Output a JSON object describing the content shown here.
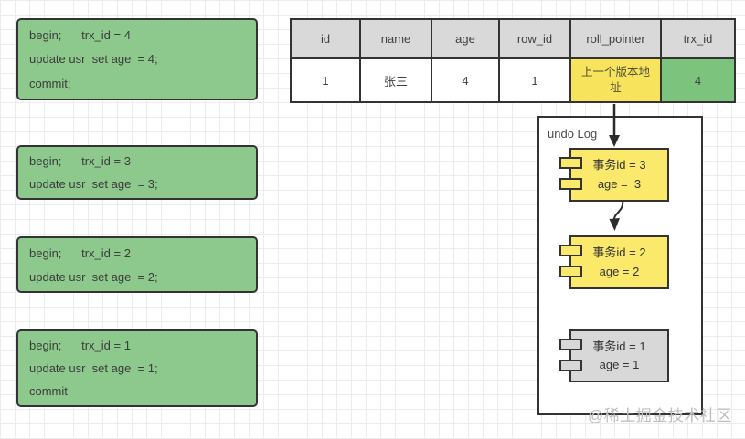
{
  "transactions": [
    {
      "lines": [
        "begin;      trx_id = 4",
        "update usr  set age  = 4;",
        "commit;"
      ]
    },
    {
      "lines": [
        "begin;      trx_id = 3",
        "update usr  set age  = 3;"
      ]
    },
    {
      "lines": [
        "begin;      trx_id = 2",
        "update usr  set age  = 2;"
      ]
    },
    {
      "lines": [
        "begin;      trx_id = 1",
        "update usr  set age  = 1;",
        "commit"
      ]
    }
  ],
  "table": {
    "headers": [
      "id",
      "name",
      "age",
      "row_id",
      "roll_pointer",
      "trx_id"
    ],
    "row": [
      "1",
      "张三",
      "4",
      "1",
      "上一个版本地址",
      "4"
    ]
  },
  "undo_log": {
    "title": "undo Log",
    "versions": [
      {
        "line1": "事务id = 3",
        "line2": "age =  3",
        "style": "yellow"
      },
      {
        "line1": "事务id = 2",
        "line2": "age = 2",
        "style": "yellow"
      },
      {
        "line1": "事务id = 1",
        "line2": "age = 1",
        "style": "gray"
      }
    ]
  },
  "watermark": "@稀土掘金技术社区",
  "colors": {
    "transaction_green": "#8dc88d",
    "trx_cell_green": "#7cc47e",
    "pointer_cell_yellow": "#f8e35d",
    "undo_version_yellow": "#fbe96b",
    "undo_version_gray": "#d8d8d8",
    "table_header_gray": "#d9d9d9",
    "border_dark": "#333333",
    "grid_line": "#ececec"
  }
}
